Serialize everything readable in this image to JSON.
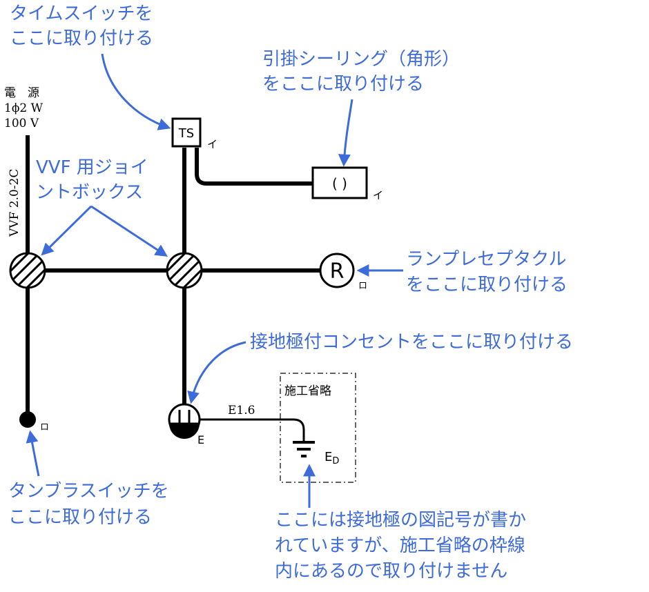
{
  "notes": {
    "time_switch": [
      "タイムスイッチを",
      "ここに取り付ける"
    ],
    "ceiling": [
      "引掛シーリング（角形）",
      "をここに取り付ける"
    ],
    "joint_box": [
      "VVF 用ジョイ",
      "ントボックス"
    ],
    "lamp_receptacle": [
      "ランプレセプタクル",
      "をここに取り付ける"
    ],
    "outlet": "接地極付コンセントをここに取り付ける",
    "tumbler": [
      "タンブラスイッチを",
      "ここに取り付ける"
    ],
    "earth_note": [
      "ここには接地極の図記号が書か",
      "れていますが、施工省略の枠線",
      "内にあるので取り付けません"
    ]
  },
  "source": {
    "line1": "電　源",
    "line2": "1ϕ2 W",
    "line3": "100 V",
    "cable": "VVF 2.0-2C"
  },
  "symbols": {
    "ts_label": "TS",
    "ts_tag": "イ",
    "ceiling_label": "( )",
    "ceiling_tag": "イ",
    "receptacle_label": "R",
    "receptacle_tag": "ロ",
    "tumbler_tag": "ロ",
    "outlet_tag": "E",
    "earth_wire": "E1.6",
    "omitted": "施工省略",
    "earth_label": "E",
    "earth_sub": "D"
  },
  "colors": {
    "annotation": "#3d6bd9",
    "wiring": "#000000"
  }
}
